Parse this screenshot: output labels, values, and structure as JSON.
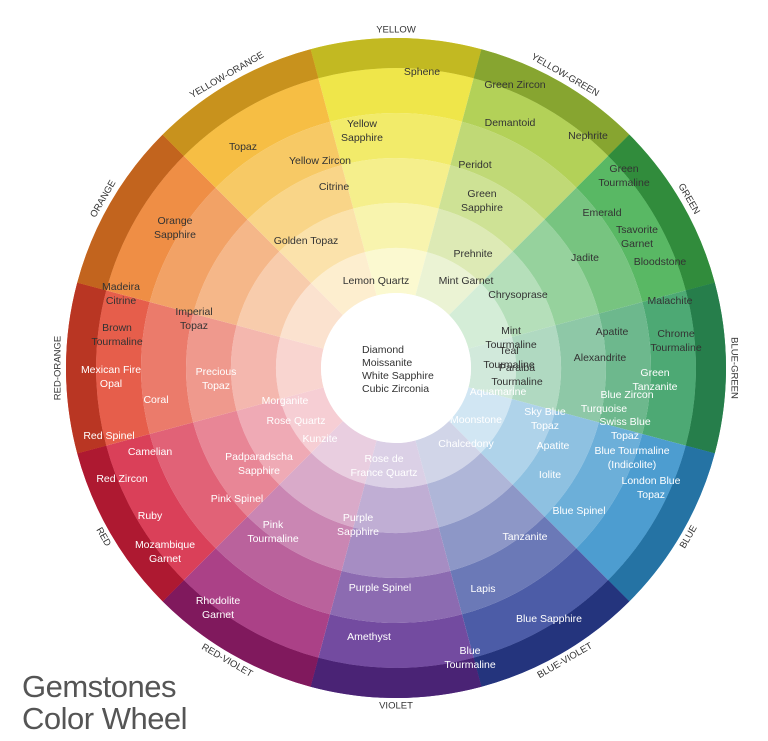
{
  "title": [
    "Gemstones",
    "Color Wheel"
  ],
  "center_stones": [
    "Diamond",
    "Moissanite",
    "White Sapphire",
    "Cubic Zirconia"
  ],
  "segments": [
    {
      "name": "YELLOW",
      "color": "#ece22a",
      "gems": [
        "Sphene",
        "Yellow Sapphire",
        "Yellow Zircon",
        "Citrine",
        "Lemon Quartz"
      ]
    },
    {
      "name": "YELLOW-GREEN",
      "color": "#a5c93b",
      "gems": [
        "Green Zircon",
        "Demantoid",
        "Nephrite",
        "Peridot",
        "Green Sapphire",
        "Prehnite",
        "Mint Garnet"
      ]
    },
    {
      "name": "GREEN",
      "color": "#3cab49",
      "gems": [
        "Green Tourmaline",
        "Emerald",
        "Tsavorite Garnet",
        "Jadite",
        "Bloodstone",
        "Chrysoprase"
      ]
    },
    {
      "name": "BLUE-GREEN",
      "color": "#2e9a5c",
      "gems": [
        "Malachite",
        "Chrome Tourmaline",
        "Apatite",
        "Alexandrite",
        "Mint Tourmaline",
        "Teal Tourmaline",
        "Paraiba Tourmaline"
      ]
    },
    {
      "name": "BLUE",
      "color": "#2d8cc8",
      "gems": [
        "Green Tanzanite",
        "Blue Zircon",
        "Turquoise",
        "Swiss Blue Topaz",
        "Sky Blue Topaz",
        "Aquamarine",
        "Moonstone",
        "Apatite",
        "Blue Tourmaline (Indicolite)",
        "London Blue Topaz",
        "Iolite",
        "Chalcedony"
      ]
    },
    {
      "name": "BLUE-VIOLET",
      "color": "#2c3f98",
      "gems": [
        "Blue Spinel",
        "Tanzanite",
        "Lapis",
        "Blue Sapphire",
        "Blue Tourmaline"
      ]
    },
    {
      "name": "VIOLET",
      "color": "#5a2b8f",
      "gems": [
        "Purple Sapphire",
        "Purple Spinel",
        "Amethyst",
        "Rose de France Quartz"
      ]
    },
    {
      "name": "RED-VIOLET",
      "color": "#9c1f72",
      "gems": [
        "Pink Tourmaline",
        "Rhodolite Garnet",
        "Pink Spinel"
      ]
    },
    {
      "name": "RED",
      "color": "#d41e3c",
      "gems": [
        "Red Spinel",
        "Camelian",
        "Red Zircon",
        "Ruby",
        "Mozambique Garnet",
        "Padparadscha Sapphire",
        "Kunzite"
      ]
    },
    {
      "name": "RED-ORANGE",
      "color": "#e2422b",
      "gems": [
        "Mexican Fire Opal",
        "Coral",
        "Morganite",
        "Rose Quartz",
        "Precious Topaz"
      ]
    },
    {
      "name": "ORANGE",
      "color": "#ec7a24",
      "gems": [
        "Madeira Citrine",
        "Brown Tourmaline",
        "Imperial Topaz",
        "Orange Sapphire"
      ]
    },
    {
      "name": "YELLOW-ORANGE",
      "color": "#f4b223",
      "gems": [
        "Topaz",
        "Golden Topaz"
      ]
    }
  ]
}
